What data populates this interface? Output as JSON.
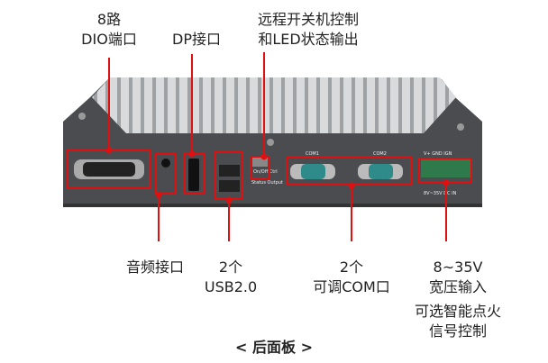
{
  "top_labels": {
    "dio": [
      "8路",
      "DIO端口"
    ],
    "dp": "DP接口",
    "remote": [
      "远程开关机控制",
      "和LED状态输出"
    ]
  },
  "bottom_labels": {
    "audio": "音频接口",
    "usb": [
      "2个",
      "USB2.0"
    ],
    "com": [
      "2个",
      "可调COM口"
    ],
    "power": [
      "8~35V",
      "宽压输入"
    ],
    "ignition": [
      "可选智能点火",
      "信号控制"
    ]
  },
  "device_print": {
    "com1": "COM1",
    "com2": "COM2",
    "onoff": "On/Off Ctrl",
    "status": "Status Output",
    "terminal": "V+ GND IGN",
    "dcin": "8V~35V DC IN"
  },
  "caption": "< 后面板 >",
  "colors": {
    "accent": "#e01010",
    "chassis": "#4a4c50",
    "heatsink": "#c9cbcd"
  }
}
